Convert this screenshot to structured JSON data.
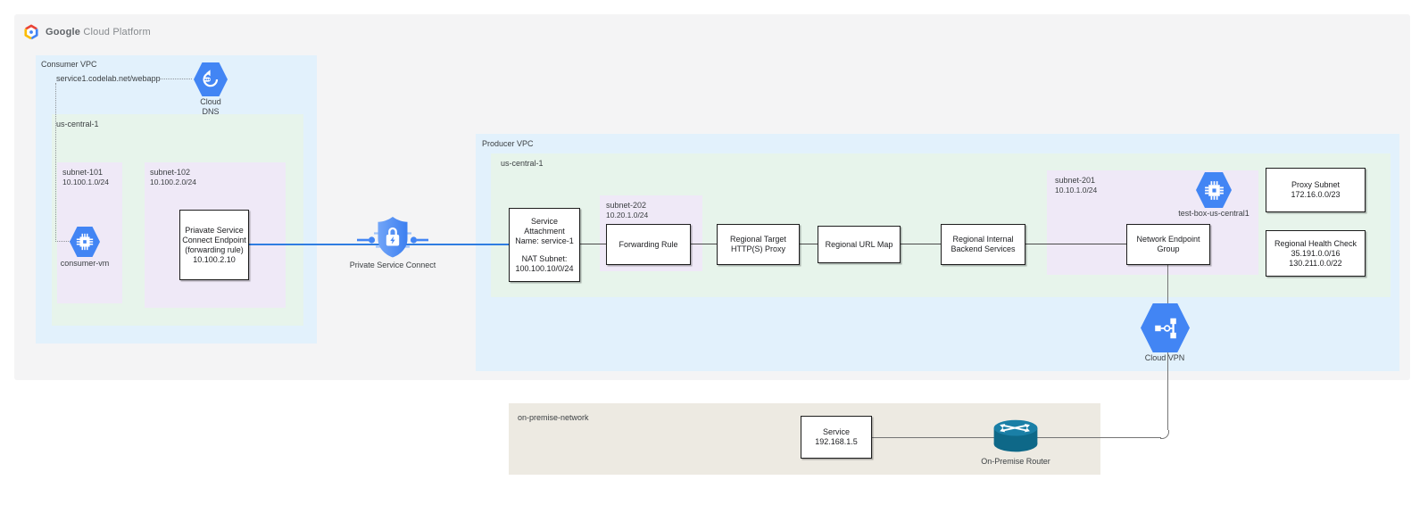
{
  "brand": {
    "google": "Google",
    "suffix": "Cloud Platform"
  },
  "consumer": {
    "vpc_label": "Consumer VPC",
    "region_label": "us-central-1",
    "dns_record": "service1.codelab.net/webapp",
    "cloud_dns": {
      "l1": "Cloud",
      "l2": "DNS"
    },
    "subnet101": {
      "name": "subnet-101",
      "cidr": "10.100.1.0/24"
    },
    "subnet102": {
      "name": "subnet-102",
      "cidr": "10.100.2.0/24"
    },
    "consumer_vm_label": "consumer-vm",
    "endpoint_box": {
      "l1": "Priavate Service",
      "l2": "Connect Endpoint",
      "l3": "(forwarding rule)",
      "l4": "10.100.2.10"
    }
  },
  "psc": {
    "label": "Private Service Connect"
  },
  "producer": {
    "vpc_label": "Producer VPC",
    "region_label": "us-central-1",
    "service_attachment": {
      "l1": "Service",
      "l2": "Attachment",
      "l3": "Name: service-1",
      "l4": "NAT Subnet:",
      "l5": "100.100.10/0/24"
    },
    "subnet202": {
      "name": "subnet-202",
      "cidr": "10.20.1.0/24"
    },
    "forwarding_rule_label": "Forwarding Rule",
    "target_proxy": {
      "l1": "Regional Target",
      "l2": "HTTP(S) Proxy"
    },
    "url_map_label": "Regional URL Map",
    "backend": {
      "l1": "Regional Internal",
      "l2": "Backend Services"
    },
    "subnet201": {
      "name": "subnet-201",
      "cidr": "10.10.1.0/24"
    },
    "test_box_label": "test-box-us-central1",
    "neg": {
      "l1": "Network Endpoint",
      "l2": "Group"
    },
    "proxy_subnet": {
      "l1": "Proxy Subnet",
      "l2": "172.16.0.0/23"
    },
    "health_check": {
      "l1": "Regional Health Check",
      "l2": "35.191.0.0/16",
      "l3": "130.211.0.0/22"
    },
    "cloud_vpn_label": "Cloud VPN"
  },
  "onprem": {
    "label": "on-premise-network",
    "service_box": {
      "l1": "Service",
      "l2": "192.168.1.5"
    },
    "router_label": "On-Premise Router"
  },
  "colors": {
    "vpc_blue": "#e2f1fc",
    "region_green": "#e7f4eb",
    "subnet_purple": "#efe9f7",
    "panel_gray": "#f4f4f5",
    "onprem_beige": "#edeae2",
    "icon_blue": "#4285f4",
    "connector_blue": "#2f7de1",
    "router_teal": "#0e6888"
  }
}
